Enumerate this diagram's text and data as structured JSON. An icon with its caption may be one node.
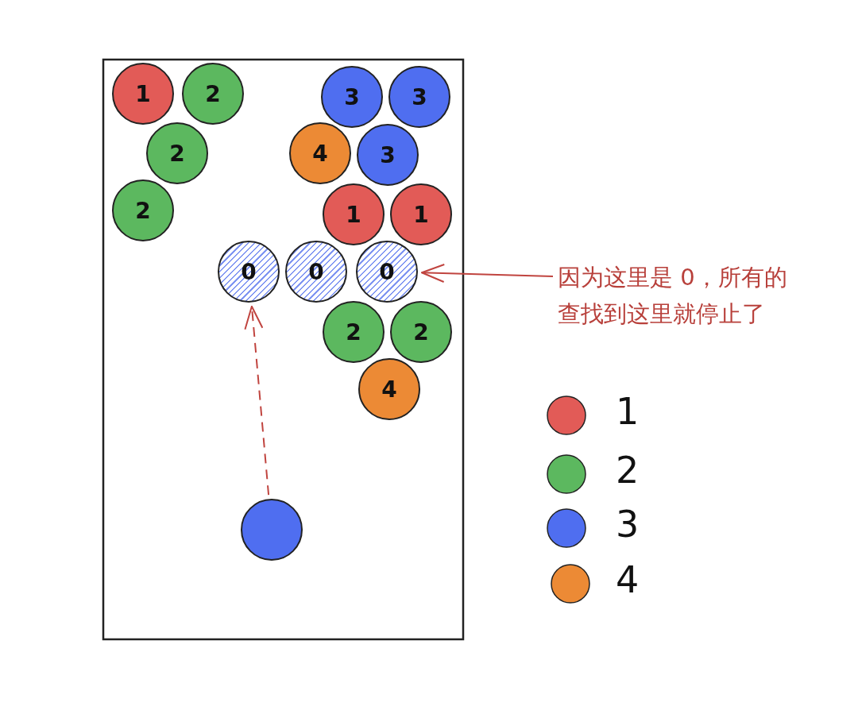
{
  "diagram": {
    "nodes": [
      {
        "text": [
          "1"
        ]
      },
      {
        "text": [
          "2"
        ]
      },
      {
        "text": [
          "3"
        ]
      },
      {
        "text": [
          "3"
        ]
      },
      {
        "text": [
          "2"
        ]
      },
      {
        "text": [
          "4"
        ]
      },
      {
        "text": [
          "3"
        ]
      },
      {
        "text": [
          "2"
        ]
      },
      {
        "text": [
          "1"
        ]
      },
      {
        "text": [
          "1"
        ]
      },
      {
        "text": [
          "0"
        ]
      },
      {
        "text": [
          "0"
        ]
      },
      {
        "text": [
          "0"
        ]
      },
      {
        "text": [
          "2"
        ]
      },
      {
        "text": [
          "2"
        ]
      },
      {
        "text": [
          "4"
        ]
      },
      {
        "text": [],
        "shape": "circle"
      },
      {
        "text": [
          "因为这里是 0，所有的查找到这里就停止了"
        ]
      }
    ],
    "edges": [
      {
        "from": 16,
        "to": 10,
        "arrow": "to",
        "style": "dashed"
      },
      {
        "from": 17,
        "to": 12,
        "arrow": "to"
      }
    ],
    "legend": [
      {
        "text": "1",
        "color": "#e25b57"
      },
      {
        "text": "2",
        "color": "#5cb85f"
      },
      {
        "text": "3",
        "color": "#4f6ef0"
      },
      {
        "text": "4",
        "color": "#ec8a35"
      }
    ]
  }
}
